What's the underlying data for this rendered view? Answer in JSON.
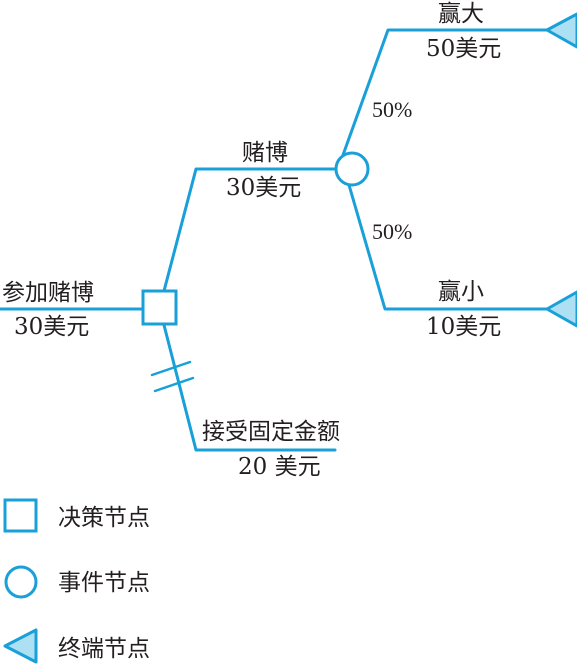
{
  "diagram": {
    "root": {
      "label": "参加赌博",
      "value": "30美元"
    },
    "gamble": {
      "label": "赌博",
      "value": "30美元"
    },
    "win_big": {
      "label": "赢大",
      "value": "50美元",
      "probability": "50%"
    },
    "win_small": {
      "label": "赢小",
      "value": "10美元",
      "probability": "50%"
    },
    "fixed": {
      "label": "接受固定金额",
      "value": "20 美元"
    }
  },
  "legend": {
    "decision": "决策节点",
    "event": "事件节点",
    "terminal": "终端节点"
  },
  "colors": {
    "line": "#19a0d8",
    "terminal_fill": "#aee0f4",
    "text": "#231f20"
  }
}
